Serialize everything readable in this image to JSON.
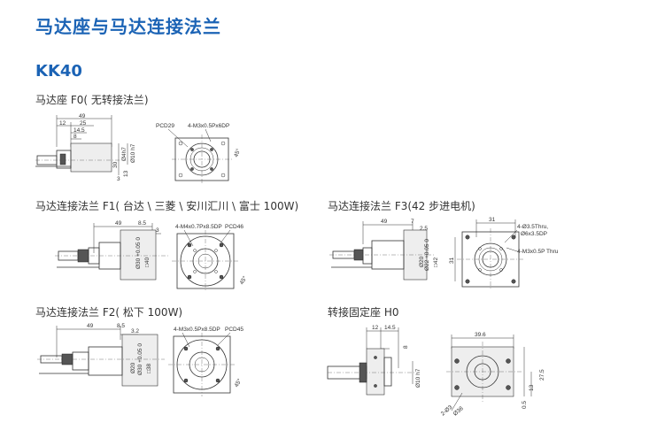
{
  "page": {
    "title": "马达座与马达连接法兰",
    "model": "KK40"
  },
  "sections": {
    "f0": {
      "title": "马达座 F0( 无转接法兰)",
      "dims": [
        "49",
        "12",
        "25",
        "14.5",
        "8",
        "Ø4h7",
        "Ø10 h7",
        "30",
        "13",
        "3"
      ],
      "front": [
        "PCD29",
        "4-M3x0.5Px6DP",
        "45°"
      ]
    },
    "f1": {
      "title": "马达连接法兰 F1( 台达 \\ 三菱 \\ 安川汇川 \\ 富士 100W)",
      "dims": [
        "49",
        "8.5",
        "3",
        "Ø30 +0.05 0",
        "□40"
      ],
      "front": [
        "4-M4x0.7Px8.5DP",
        "PCD46",
        "45°"
      ]
    },
    "f3": {
      "title": "马达连接法兰 F3(42 步进电机)",
      "dims": [
        "49",
        "7",
        "2.5",
        "Ø20",
        "Ø22 +0.05 0",
        "□42"
      ],
      "front": [
        "31",
        "4-Ø3.5Thru,",
        "Ø6x3.5DP",
        "4-M3x0.5P Thru",
        "31"
      ]
    },
    "f2": {
      "title": "马达连接法兰 F2( 松下 100W)",
      "dims": [
        "49",
        "8.5",
        "3.2",
        "Ø20",
        "Ø30 +0.05 0",
        "□38"
      ],
      "front": [
        "4-M3x0.5Px8.5DP",
        "PCD45",
        "45°"
      ]
    },
    "h0": {
      "title": "转接固定座 H0",
      "dims": [
        "12",
        "14.5",
        "8",
        "Ø10 h7"
      ],
      "front": [
        "39.6",
        "27.5",
        "13",
        "0.5",
        "2-Ø3",
        "Ø36"
      ]
    }
  }
}
